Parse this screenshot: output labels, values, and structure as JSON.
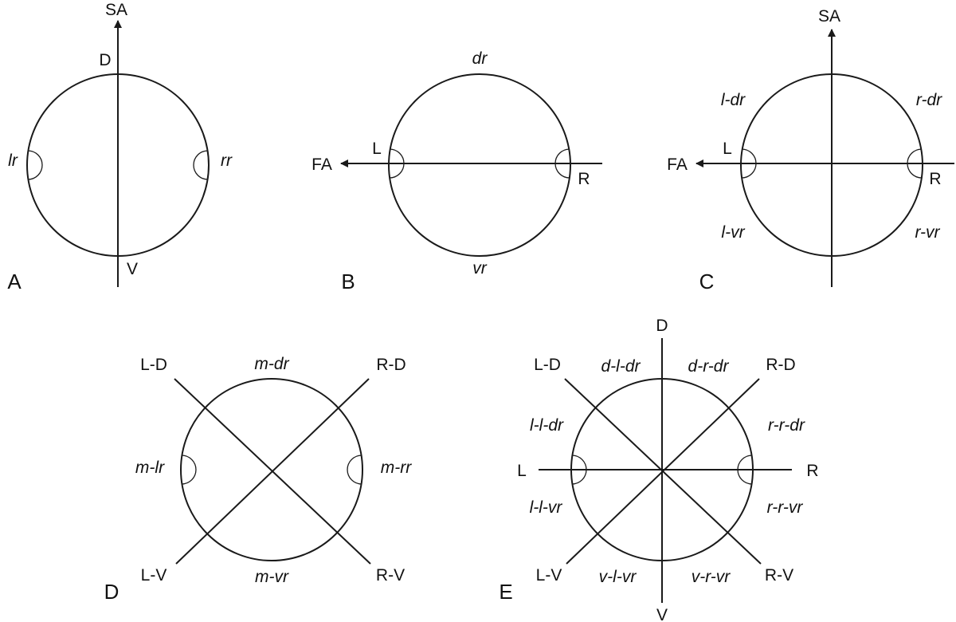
{
  "panels": {
    "A": {
      "letter": "A",
      "axis_label": "SA",
      "top": "D",
      "bottom": "V",
      "left": "lr",
      "right": "rr"
    },
    "B": {
      "letter": "B",
      "axis_label": "FA",
      "top": "dr",
      "bottom": "vr",
      "left": "L",
      "right": "R"
    },
    "C": {
      "letter": "C",
      "vertical_axis_label": "SA",
      "horizontal_axis_label": "FA",
      "left": "L",
      "right": "R",
      "upper_left": "l-dr",
      "upper_right": "r-dr",
      "lower_left": "l-vr",
      "lower_right": "r-vr"
    },
    "D": {
      "letter": "D",
      "top_left": "L-D",
      "top_right": "R-D",
      "bottom_left": "L-V",
      "bottom_right": "R-V",
      "top": "m-dr",
      "bottom": "m-vr",
      "left": "m-lr",
      "right": "m-rr"
    },
    "E": {
      "letter": "E",
      "top": "D",
      "bottom": "V",
      "left": "L",
      "right": "R",
      "top_left": "L-D",
      "top_right": "R-D",
      "bottom_left": "L-V",
      "bottom_right": "R-V",
      "seg_top_left": "d-l-dr",
      "seg_top_right": "d-r-dr",
      "seg_left_upper": "l-l-dr",
      "seg_right_upper": "r-r-dr",
      "seg_left_lower": "l-l-vr",
      "seg_right_lower": "r-r-vr",
      "seg_bottom_left": "v-l-vr",
      "seg_bottom_right": "v-r-vr"
    }
  },
  "colors": {
    "stroke": "#1a1a1a",
    "background": "#ffffff"
  }
}
